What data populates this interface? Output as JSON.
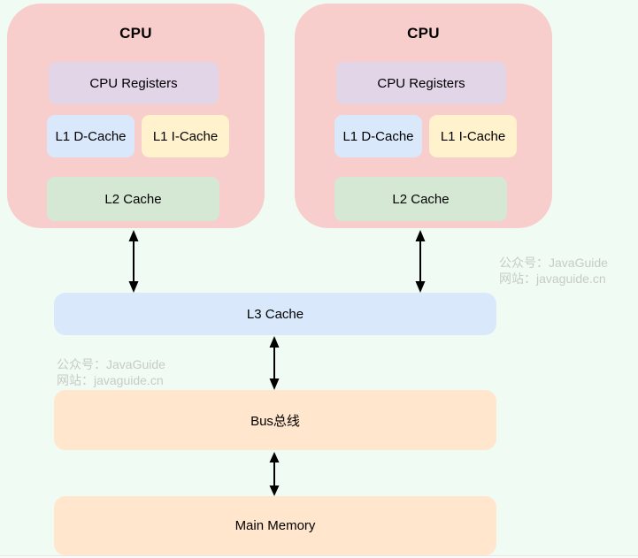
{
  "diagram": {
    "title_semantic": "CPU cache hierarchy diagram",
    "cpus": [
      {
        "title": "CPU",
        "registers": "CPU Registers",
        "l1_dcache": "L1 D-Cache",
        "l1_icache": "L1 I-Cache",
        "l2_cache": "L2 Cache"
      },
      {
        "title": "CPU",
        "registers": "CPU Registers",
        "l1_dcache": "L1 D-Cache",
        "l1_icache": "L1 I-Cache",
        "l2_cache": "L2 Cache"
      }
    ],
    "l3_cache": "L3 Cache",
    "bus": "Bus总线",
    "main_memory": "Main Memory",
    "connections": [
      "cpu1 <-> l3_cache",
      "cpu2 <-> l3_cache",
      "l3_cache <-> bus",
      "bus <-> main_memory"
    ]
  },
  "watermarks": [
    {
      "position": "right",
      "line1": "公众号：JavaGuide",
      "line2": "网站：javaguide.cn"
    },
    {
      "position": "left",
      "line1": "公众号：JavaGuide",
      "line2": "网站：javaguide.cn"
    }
  ],
  "colors": {
    "background": "#F0FBF3",
    "cpu_block": "#F8CECC",
    "registers": "#E1D5E7",
    "l1_dcache": "#DAE8FC",
    "l1_icache": "#FFF2CC",
    "l2_cache": "#D5E8D4",
    "l3_cache": "#DAE8FC",
    "bus": "#FFE6CC",
    "main_memory": "#FFE6CC",
    "arrow": "#000000",
    "watermark": "#C7CBC7",
    "text": "#000000"
  }
}
